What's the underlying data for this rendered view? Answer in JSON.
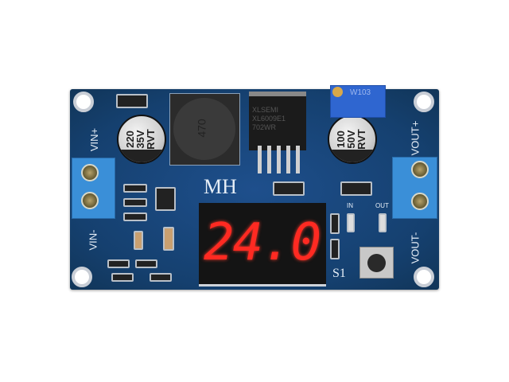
{
  "board": {
    "brand": "MH",
    "display_value": "24.0",
    "display_color": "#ff2a22",
    "board_color": "#1a4a82",
    "labels": {
      "vin_plus": "VIN+",
      "vin_minus": "VIN-",
      "vout_plus": "VOUT+",
      "vout_minus": "VOUT-",
      "in": "IN",
      "out": "OUT",
      "switch": "S1"
    },
    "input_capacitor": "220\n35V\nRVT",
    "output_capacitor": "100\n50V\nRVT",
    "inductor": "470",
    "ic": [
      "XLSEMI",
      "XL6009E1",
      "702WR"
    ],
    "potentiometer": "W103"
  }
}
